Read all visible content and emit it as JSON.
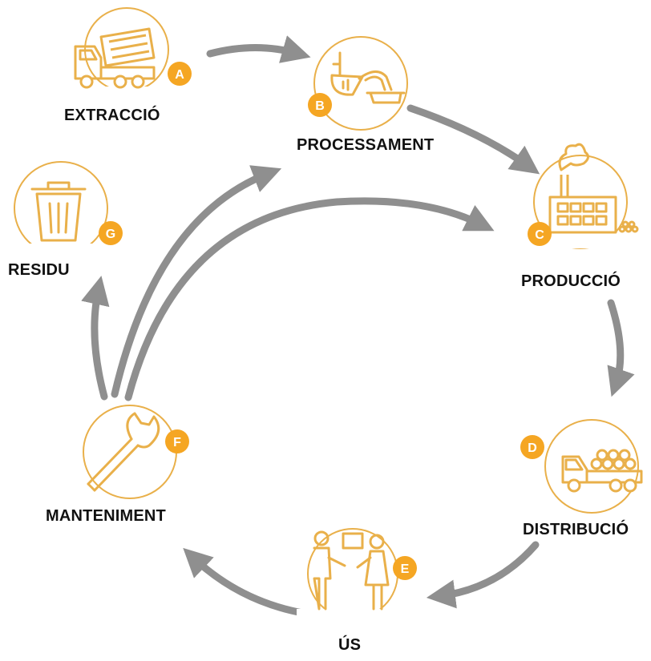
{
  "diagram": {
    "colors": {
      "accent": "#f5a623",
      "arrow": "#8f8f8f",
      "line": "#e9b04a",
      "text": "#111111"
    },
    "stages": [
      {
        "id": "A",
        "badge": "A",
        "label": "EXTRACCIÓ",
        "icon": "dump-truck-icon"
      },
      {
        "id": "B",
        "badge": "B",
        "label": "PROCESSAMENT",
        "icon": "pouring-crucible-icon"
      },
      {
        "id": "C",
        "badge": "C",
        "label": "PRODUCCIÓ",
        "icon": "factory-icon"
      },
      {
        "id": "D",
        "badge": "D",
        "label": "DISTRIBUCIÓ",
        "icon": "delivery-truck-icon"
      },
      {
        "id": "E",
        "badge": "E",
        "label": "ÚS",
        "icon": "people-exchange-icon"
      },
      {
        "id": "F",
        "badge": "F",
        "label": "MANTENIMENT",
        "icon": "wrench-icon"
      },
      {
        "id": "G",
        "badge": "G",
        "label": "RESIDU",
        "icon": "trash-bin-icon"
      }
    ],
    "flows": [
      {
        "from": "A",
        "to": "B"
      },
      {
        "from": "B",
        "to": "C"
      },
      {
        "from": "C",
        "to": "D"
      },
      {
        "from": "D",
        "to": "E"
      },
      {
        "from": "E",
        "to": "F"
      },
      {
        "from": "F",
        "to": "G"
      },
      {
        "from": "F",
        "to": "B"
      },
      {
        "from": "F",
        "to": "C"
      }
    ]
  }
}
